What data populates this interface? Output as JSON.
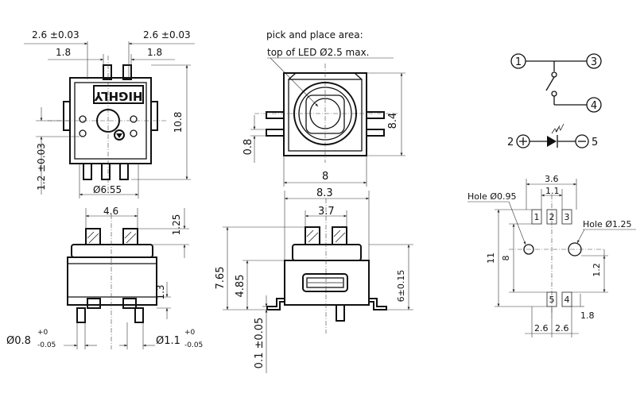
{
  "labels": {
    "top_pitch_left": "2.6 ±0.03",
    "top_pitch_right": "2.6 ±0.03",
    "top_inner_left": "1.8",
    "top_inner_right": "1.8",
    "height_10_8": "10.8",
    "offset_1_2": "1.2 ±0.03",
    "width_6_55": "Ø6.55",
    "brand_text": "HIGHLY",
    "pick_place_line1": "pick and place area:",
    "pick_place_line2": "top of LED  Ø2.5 max.",
    "height_8_4": "8.4",
    "width_8": "8",
    "dim_0_8": "0.8",
    "side_4_6": "4.6",
    "side_1_25": "1.25",
    "side_1_3": "1.3",
    "pin_0_8": "Ø0.8",
    "pin_0_8_tol_up": "+0",
    "pin_0_8_tol_dn": "-0.05",
    "pin_1_1": "Ø1.1",
    "pin_1_1_tol_up": "+0",
    "pin_1_1_tol_dn": "-0.05",
    "front_8_3": "8.3",
    "front_3_7": "3.7",
    "front_7_65": "7.65",
    "front_4_85": "4.85",
    "front_6": "6±0.15",
    "front_0_1": "0.1 ±0.05",
    "sch_pin1": "1",
    "sch_pin3": "3",
    "sch_pin4": "4",
    "sch_pin2": "2",
    "sch_pin5": "5",
    "pad_3_6": "3.6",
    "pad_1_1": "1.1",
    "hole_0_95": "Hole Ø0.95",
    "hole_1_25": "Hole Ø1.25",
    "pad_11": "11",
    "pad_8": "8",
    "pad_1_2": "1.2",
    "pad_1_8": "1.8",
    "pad_2_6_left": "2.6",
    "pad_2_6_right": "2.6",
    "pad_label_1": "1",
    "pad_label_2": "2",
    "pad_label_3": "3",
    "pad_label_4": "4",
    "pad_label_5": "5"
  }
}
